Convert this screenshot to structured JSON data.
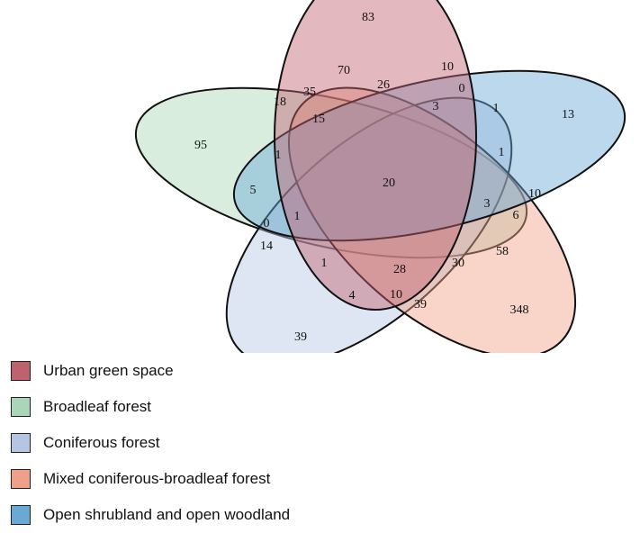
{
  "diagram": {
    "sets": [
      {
        "id": "urban",
        "name": "Urban green space",
        "color": "#c0616e"
      },
      {
        "id": "broadleaf",
        "name": "Broadleaf forest",
        "color": "#aad6b8"
      },
      {
        "id": "coniferous",
        "name": "Coniferous forest",
        "color": "#b5c6e4"
      },
      {
        "id": "mixed",
        "name": "Mixed coniferous-broadleaf forest",
        "color": "#f0a088"
      },
      {
        "id": "shrubland",
        "name": "Open shrubland and open woodland",
        "color": "#6aa8d6"
      }
    ],
    "regions": [
      {
        "sets": [
          "urban"
        ],
        "count": "83"
      },
      {
        "sets": [
          "broadleaf"
        ],
        "count": "95"
      },
      {
        "sets": [
          "shrubland"
        ],
        "count": "13"
      },
      {
        "sets": [
          "mixed"
        ],
        "count": "348"
      },
      {
        "sets": [
          "coniferous"
        ],
        "count": "39"
      },
      {
        "sets": [
          "urban",
          "mixed"
        ],
        "count": "70"
      },
      {
        "sets": [
          "urban",
          "shrubland"
        ],
        "count": "10"
      },
      {
        "sets": [
          "urban",
          "broadleaf"
        ],
        "count": "18"
      },
      {
        "sets": [
          "urban",
          "broadleaf",
          "mixed"
        ],
        "count": "35"
      },
      {
        "sets": [
          "urban",
          "mixed",
          "shrubland"
        ],
        "count": "26"
      },
      {
        "sets": [
          "urban",
          "broadleaf",
          "mixed",
          "shrubland"
        ],
        "count": "15"
      },
      {
        "sets": [
          "urban",
          "shrubland",
          "coniferous"
        ],
        "count": "0"
      },
      {
        "sets": [
          "urban",
          "mixed",
          "shrubland",
          "coniferous"
        ],
        "count": "3"
      },
      {
        "sets": [
          "shrubland",
          "coniferous"
        ],
        "count": "1"
      },
      {
        "sets": [
          "shrubland",
          "mixed",
          "coniferous"
        ],
        "count": "1"
      },
      {
        "sets": [
          "broadleaf",
          "urban",
          "shrubland"
        ],
        "count": "1"
      },
      {
        "sets": [
          "broadleaf",
          "shrubland"
        ],
        "count": "5"
      },
      {
        "sets": [
          "urban",
          "broadleaf",
          "coniferous",
          "mixed",
          "shrubland"
        ],
        "count": "20"
      },
      {
        "sets": [
          "urban",
          "broadleaf",
          "coniferous",
          "shrubland"
        ],
        "count": "3"
      },
      {
        "sets": [
          "shrubland",
          "mixed"
        ],
        "count": "10"
      },
      {
        "sets": [
          "broadleaf",
          "shrubland",
          "mixed"
        ],
        "count": "6"
      },
      {
        "sets": [
          "broadleaf",
          "coniferous",
          "shrubland"
        ],
        "count": "0"
      },
      {
        "sets": [
          "broadleaf",
          "coniferous",
          "shrubland",
          "urban"
        ],
        "count": "1"
      },
      {
        "sets": [
          "broadleaf",
          "coniferous"
        ],
        "count": "14"
      },
      {
        "sets": [
          "broadleaf",
          "coniferous",
          "urban"
        ],
        "count": "1"
      },
      {
        "sets": [
          "broadleaf",
          "mixed"
        ],
        "count": "58"
      },
      {
        "sets": [
          "urban",
          "coniferous",
          "mixed"
        ],
        "count": "28"
      },
      {
        "sets": [
          "broadleaf",
          "urban",
          "coniferous",
          "mixed"
        ],
        "count": "30"
      },
      {
        "sets": [
          "urban",
          "coniferous"
        ],
        "count": "4"
      },
      {
        "sets": [
          "coniferous",
          "urban",
          "mixed",
          "x"
        ],
        "count": "10"
      },
      {
        "sets": [
          "coniferous",
          "mixed"
        ],
        "count": "39"
      }
    ]
  }
}
